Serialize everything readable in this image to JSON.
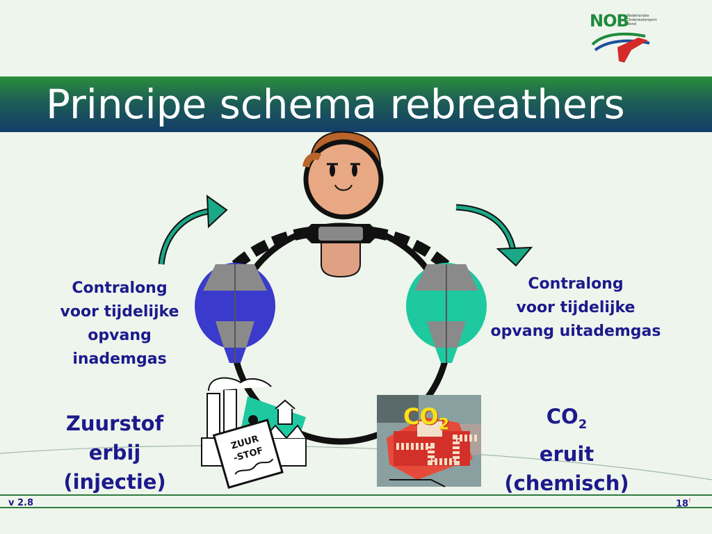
{
  "slide": {
    "title": "Principe schema rebreathers",
    "version": "v 2.8",
    "page_number": "18",
    "page_marker": "!"
  },
  "logo": {
    "name": "NOB",
    "subtitle": "Nederlandse Onderwatersport Bond"
  },
  "labels": {
    "inhale_bag": [
      "Contralong",
      "voor tijdelijke",
      "opvang",
      "inademgas"
    ],
    "exhale_bag": [
      "Contralong",
      "voor tijdelijke",
      "opvang uitademgas"
    ],
    "oxygen": [
      "Zuurstof",
      "erbij",
      "(injectie)"
    ],
    "co2_base": "CO",
    "co2_sub": "2",
    "co2_rest": [
      "eruit",
      "(chemisch)"
    ]
  },
  "art": {
    "sign_line1": "ZUUR",
    "sign_line2": "-STOF",
    "co2_base": "CO",
    "co2_sub": "2"
  },
  "colors": {
    "text_blue": "#1c1a8c",
    "inhale_bag": "#3a3acc",
    "exhale_bag": "#1ec9a0",
    "arrow": "#1aa886"
  }
}
